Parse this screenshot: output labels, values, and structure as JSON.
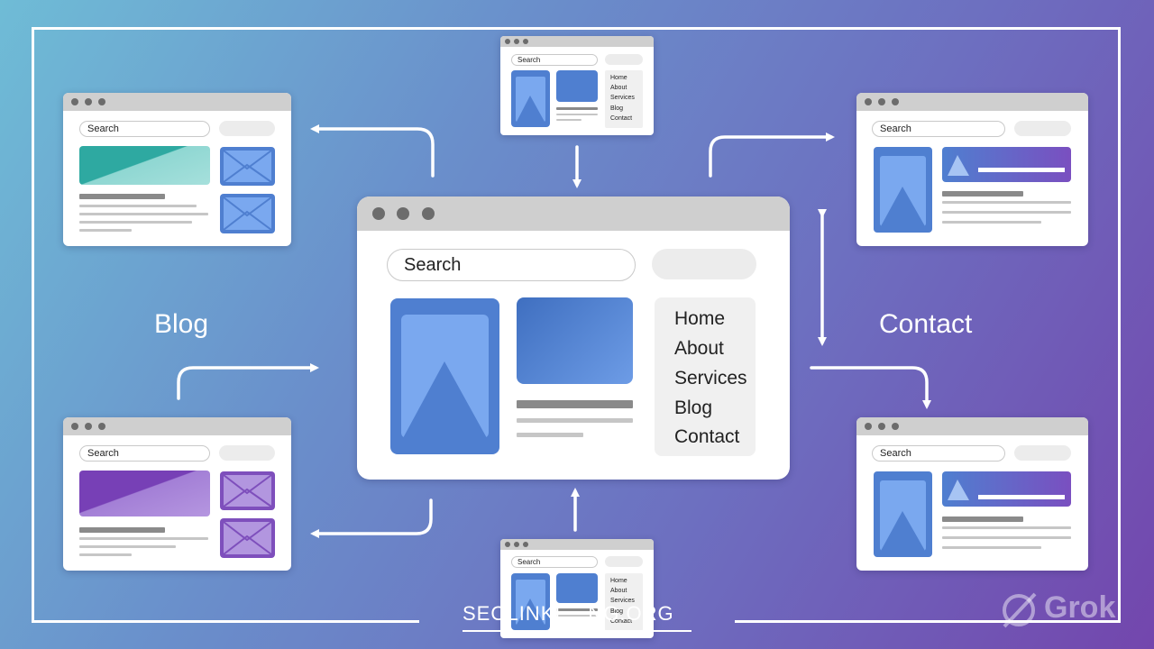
{
  "main": {
    "search_placeholder": "Search",
    "nav": [
      "Home",
      "About",
      "Services",
      "Blog",
      "Contact"
    ]
  },
  "top_window": {
    "search_placeholder": "Search",
    "nav": [
      "Home",
      "About",
      "Services",
      "Blog",
      "Contact"
    ]
  },
  "bottom_window": {
    "search_placeholder": "Search",
    "nav": [
      "Home",
      "About",
      "Services",
      "Blog",
      "Contact"
    ]
  },
  "blog_top_window": {
    "search_placeholder": "Search",
    "hero_color": "#3fb7b0"
  },
  "blog_bottom_window": {
    "search_placeholder": "Search",
    "hero_color": "#8a5cc6"
  },
  "contact_top_window": {
    "search_placeholder": "Search"
  },
  "contact_bottom_window": {
    "search_placeholder": "Search"
  },
  "labels": {
    "left": "Blog",
    "right": "Contact"
  },
  "footer": {
    "text": "SEOLINKE   NG.ORG"
  },
  "watermark": {
    "text": "Grok"
  },
  "colors": {
    "blue": "#4f7fd0",
    "light_blue": "#7aa8ef",
    "teal": "#3fb7b0",
    "purple": "#8a5cc6"
  }
}
